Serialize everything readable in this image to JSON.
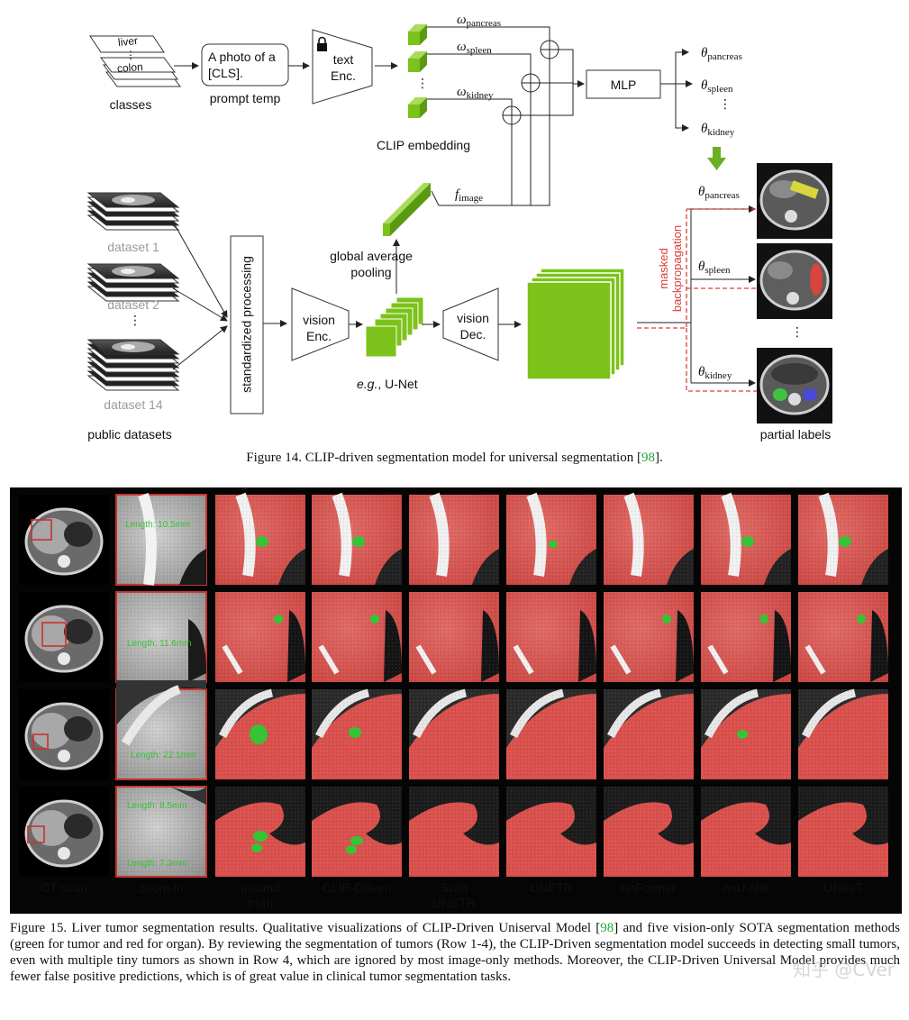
{
  "figure14": {
    "classes_label": "classes",
    "class_words": [
      "liver",
      "colon"
    ],
    "class_dots": "⋮",
    "prompt_text": "A photo of a [CLS].",
    "prompt_label": "prompt temp",
    "text_encoder": "text Enc.",
    "embedding_label": "CLIP embedding",
    "omega_pancreas_base": "ω",
    "omega_pancreas_sub": "pancreas",
    "omega_spleen_base": "ω",
    "omega_spleen_sub": "spleen",
    "omega_kidney_base": "ω",
    "omega_kidney_sub": "kidney",
    "vertical_dots": "⋮",
    "mlp": "MLP",
    "theta_pancreas_base": "θ",
    "theta_pancreas_sub": "pancreas",
    "theta_spleen_base": "θ",
    "theta_spleen_sub": "spleen",
    "theta_kidney_base": "θ",
    "theta_kidney_sub": "kidney",
    "f_image_base": "f",
    "f_image_sub": "image",
    "datasets": [
      "dataset 1",
      "dataset 2",
      "dataset 14"
    ],
    "public_datasets": "public datasets",
    "standardized_processing": "standardized processing",
    "vision_encoder": "vision Enc.",
    "gap_label": "global average pooling",
    "unet_label_em": "e.g.",
    "unet_label_rest": ", U-Net",
    "vision_decoder": "vision Dec.",
    "masked_backprop": "masked backpropagation",
    "partial_labels": "partial labels",
    "caption_prefix": "Figure 14. CLIP-driven segmentation model for universal segmentation [",
    "caption_ref": "98",
    "caption_suffix": "].",
    "colors": {
      "green": "#7cc21a",
      "green_dark": "#4f8a0c",
      "red_dashed": "#d8403a",
      "arrow_green": "#6ab022"
    }
  },
  "figure15": {
    "column_labels": [
      "CT scan",
      "zoom-in",
      "ground truth",
      "CLIP-Driven",
      "Swin UNETR",
      "UNETR",
      "nnFormer",
      "nnU-Net",
      "UNesT"
    ],
    "measurements": [
      [
        "Length: 10.5mm"
      ],
      [
        "Length: 11.6mm"
      ],
      [
        "Length: 22.1mm"
      ],
      [
        "Length: 8.5mm",
        "Length: 7.3mm"
      ]
    ],
    "caption_prefix": "Figure 15. Liver tumor segmentation results. Qualitative visualizations of CLIP-Driven Uniserval Model [",
    "caption_ref": "98",
    "caption_suffix": "] and five vision-only SOTA segmentation methods (green for tumor and red for organ). By reviewing the segmentation of tumors (Row 1-4), the CLIP-Driven segmentation model succeeds in detecting small tumors, even with multiple tiny tumors as shown in Row 4, which are ignored by most image-only methods. Moreover, the CLIP-Driven Universal Model provides much fewer false positive predictions, which is of great value in clinical tumor segmentation tasks.",
    "watermark": "知乎 @CVer",
    "colors": {
      "organ": "#d9514d",
      "tumor": "#35c435",
      "frame": "#c8322e"
    }
  }
}
